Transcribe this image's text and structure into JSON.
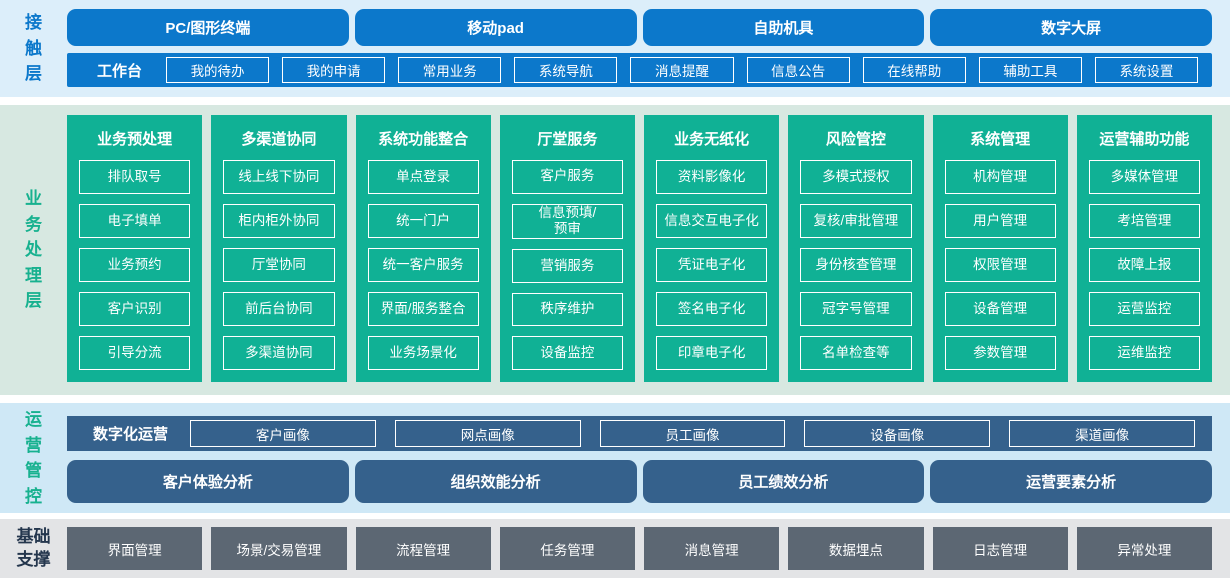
{
  "colors": {
    "blue": "#0c78cb",
    "green": "#10b195",
    "green-text": "#17b18f",
    "slate": "#35618c",
    "gray": "#5c6773",
    "dark-label": "#24364d",
    "bg-contact": "#dceefa",
    "bg-business": "#d7e8e1",
    "bg-operations": "#cfe8f6",
    "bg-foundation": "#e3e4e6"
  },
  "layers": {
    "contact": {
      "label": "接触层",
      "terminals": [
        "PC/图形终端",
        "移动pad",
        "自助机具",
        "数字大屏"
      ],
      "workbench": {
        "label": "工作台",
        "items": [
          "我的待办",
          "我的申请",
          "常用业务",
          "系统导航",
          "消息提醒",
          "信息公告",
          "在线帮助",
          "辅助工具",
          "系统设置"
        ]
      }
    },
    "business": {
      "label": "业务处理层",
      "columns": [
        {
          "title": "业务预处理",
          "items": [
            "排队取号",
            "电子填单",
            "业务预约",
            "客户识别",
            "引导分流"
          ]
        },
        {
          "title": "多渠道协同",
          "items": [
            "线上线下协同",
            "柜内柜外协同",
            "厅堂协同",
            "前后台协同",
            "多渠道协同"
          ]
        },
        {
          "title": "系统功能整合",
          "items": [
            "单点登录",
            "统一门户",
            "统一客户服务",
            "界面/服务整合",
            "业务场景化"
          ]
        },
        {
          "title": "厅堂服务",
          "items": [
            "客户服务",
            "信息预填/\n预审",
            "营销服务",
            "秩序维护",
            "设备监控"
          ]
        },
        {
          "title": "业务无纸化",
          "items": [
            "资料影像化",
            "信息交互电子化",
            "凭证电子化",
            "签名电子化",
            "印章电子化"
          ]
        },
        {
          "title": "风险管控",
          "items": [
            "多模式授权",
            "复核/审批管理",
            "身份核查管理",
            "冠字号管理",
            "名单检查等"
          ]
        },
        {
          "title": "系统管理",
          "items": [
            "机构管理",
            "用户管理",
            "权限管理",
            "设备管理",
            "参数管理"
          ]
        },
        {
          "title": "运营辅助功能",
          "items": [
            "多媒体管理",
            "考培管理",
            "故障上报",
            "运营监控",
            "运维监控"
          ]
        }
      ]
    },
    "operations": {
      "label": "运营管控",
      "digital": {
        "label": "数字化运营",
        "items": [
          "客户画像",
          "网点画像",
          "员工画像",
          "设备画像",
          "渠道画像"
        ]
      },
      "analysis": [
        "客户体验分析",
        "组织效能分析",
        "员工绩效分析",
        "运营要素分析"
      ]
    },
    "foundation": {
      "label": "基础支撑",
      "items": [
        "界面管理",
        "场景/交易管理",
        "流程管理",
        "任务管理",
        "消息管理",
        "数据埋点",
        "日志管理",
        "异常处理"
      ]
    }
  }
}
